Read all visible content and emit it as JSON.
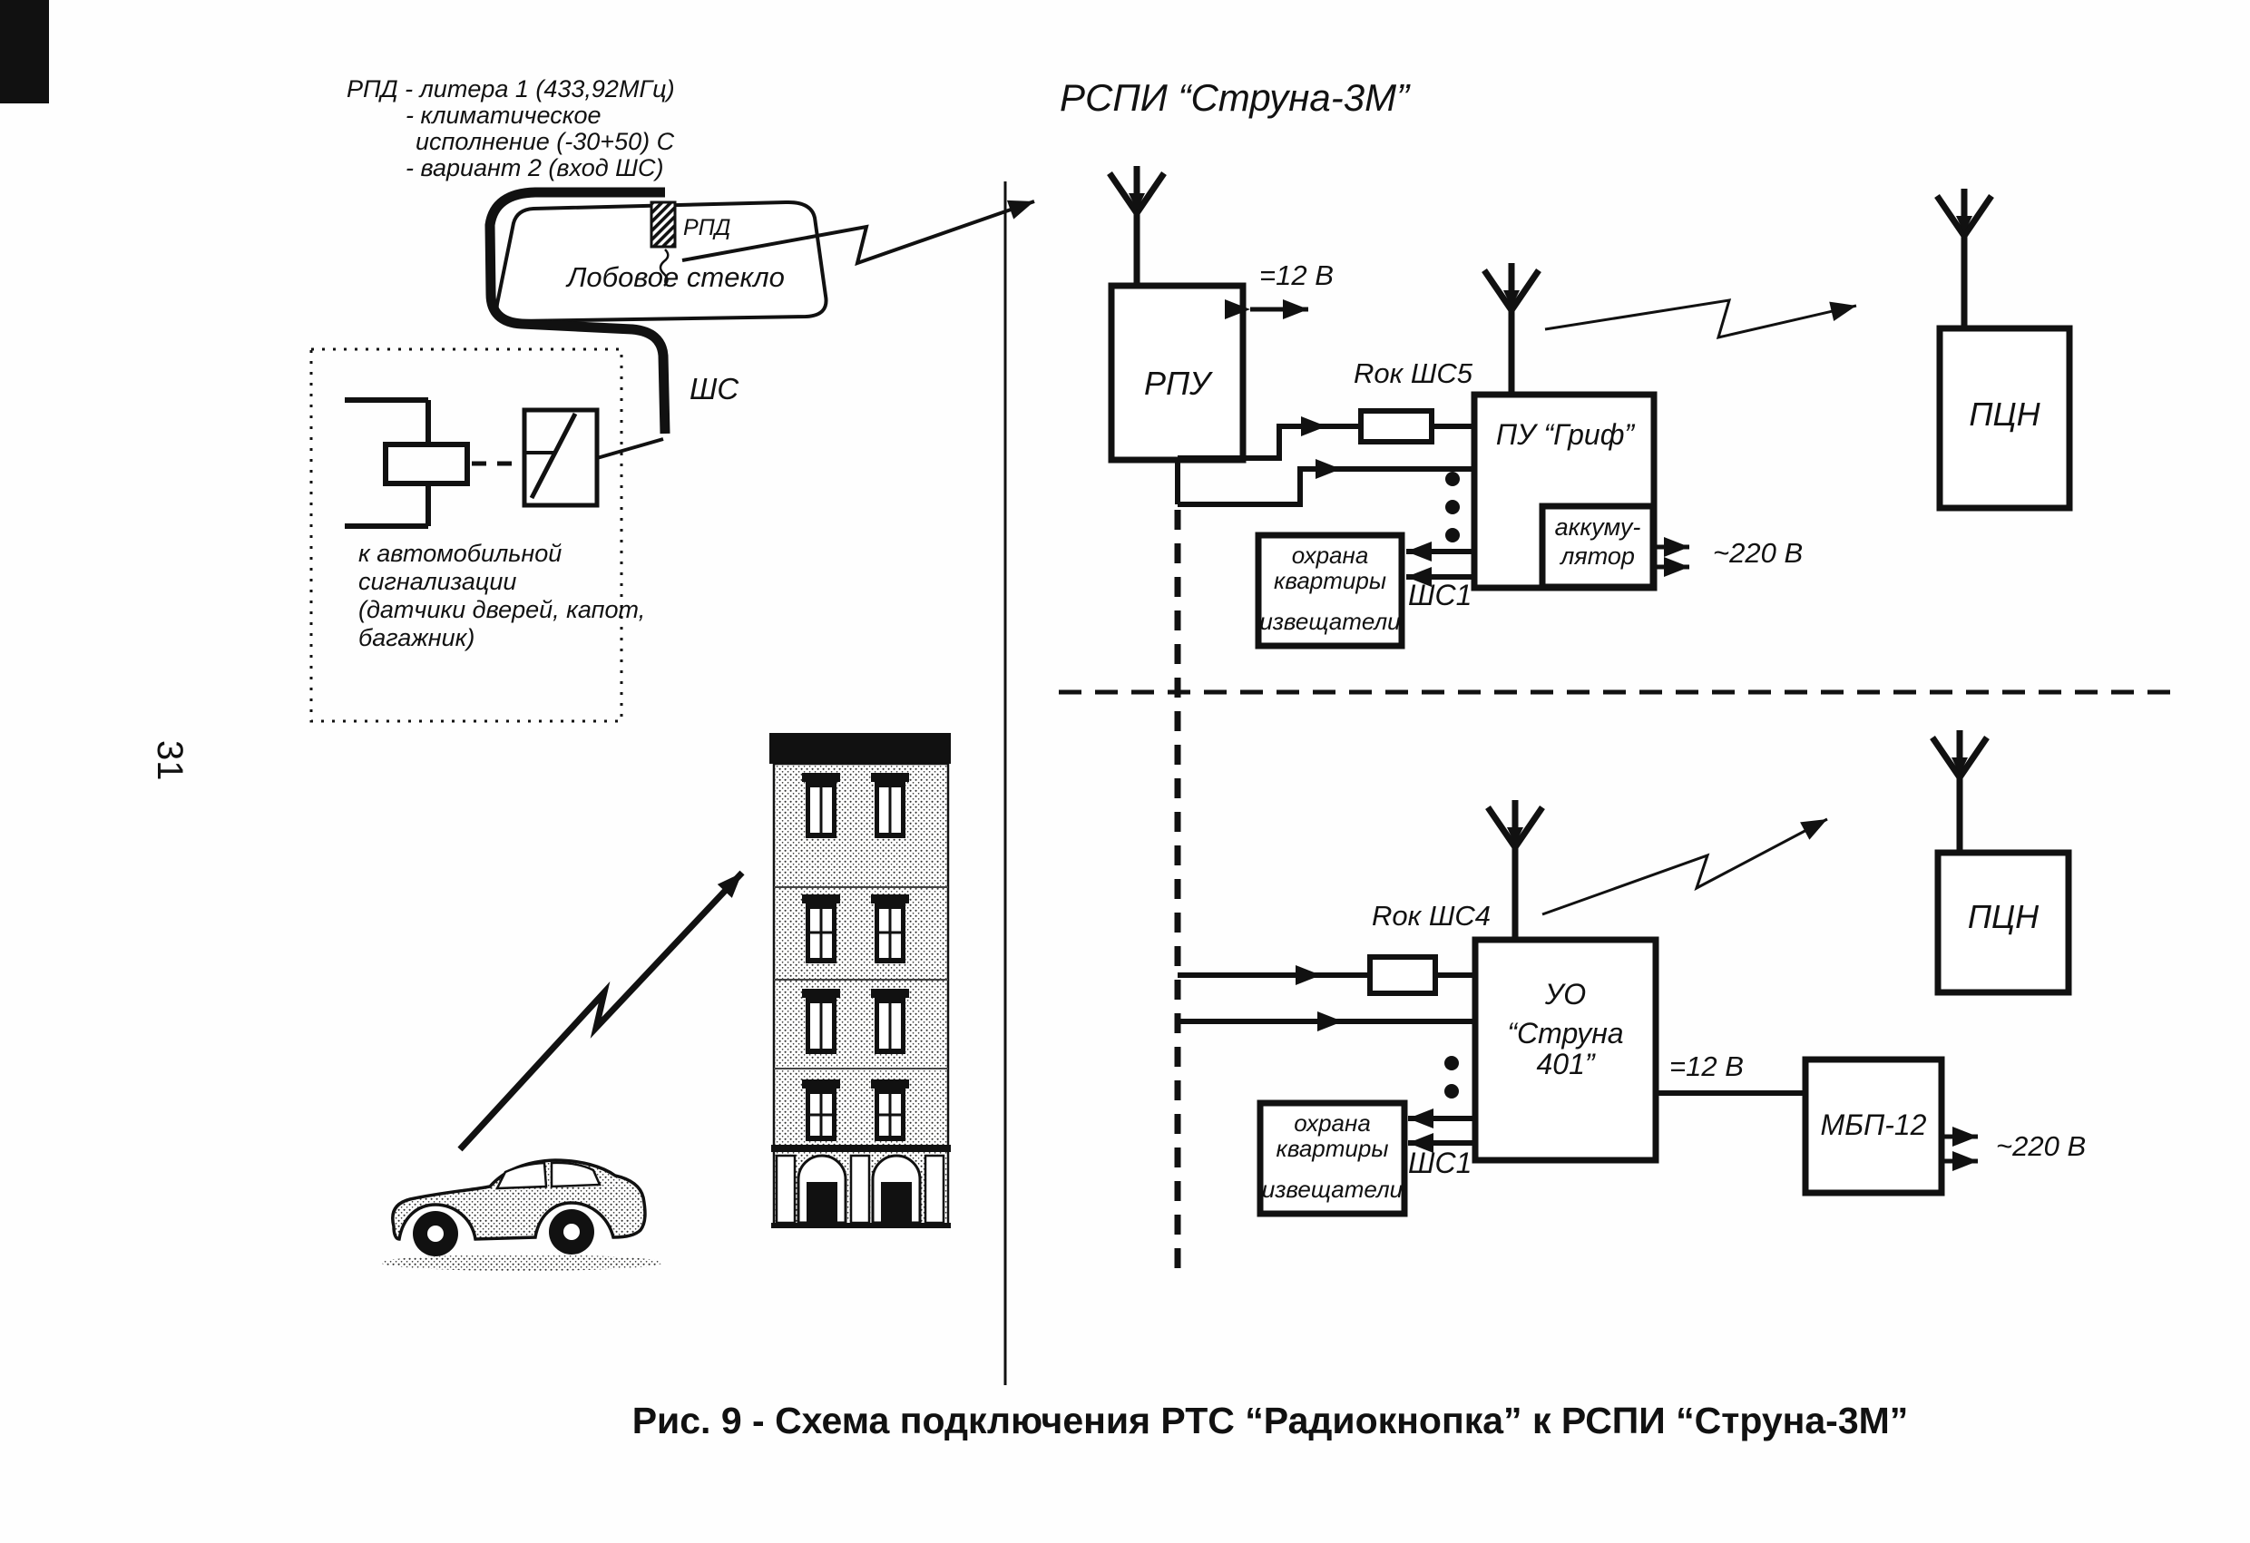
{
  "page": {
    "number": "31",
    "caption": "Рис. 9 - Схема подключения РТС “Радиокнопка” к  РСПИ “Струна-3М”"
  },
  "annotation": {
    "line1": "РПД - литера 1 (433,92МГц)",
    "line2": "- климатическое",
    "line3": "исполнение (-30+50)  С",
    "line4": "- вариант 2 (вход ШС)"
  },
  "car_section": {
    "rpd_label": "РПД",
    "windshield_label": "Лобовое стекло",
    "shs_label": "ШС",
    "alarm_note_line1": "к автомобильной",
    "alarm_note_line2": "сигнализации",
    "alarm_note_line3": "(датчики дверей, капот,",
    "alarm_note_line4": "багажник)"
  },
  "system": {
    "title": "РСПИ “Струна-3М”"
  },
  "top_channel": {
    "rpu": "РПУ",
    "v12": "=12 В",
    "resistor_label": "Rок ШС5",
    "pu": "ПУ “Гриф”",
    "battery_line1": "аккуму-",
    "battery_line2": "лятор",
    "v220": "~220 В",
    "guard_line1": "охрана",
    "guard_line2": "квартиры",
    "guard_line3": "извещатели",
    "shs1": "ШС1",
    "pcn": "ПЦН"
  },
  "bottom_channel": {
    "resistor_label": "Rок ШС4",
    "uo_line1": "УО",
    "uo_line2": "“Струна 401”",
    "v12": "=12 В",
    "mbp": "МБП-12",
    "v220": "~220 В",
    "guard_line1": "охрана",
    "guard_line2": "квартиры",
    "guard_line3": "извещатели",
    "shs1": "ШС1",
    "pcn": "ПЦН"
  }
}
